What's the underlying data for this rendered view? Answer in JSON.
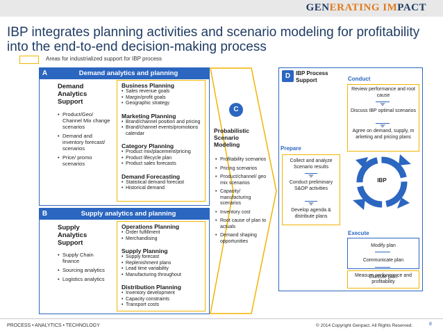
{
  "brand": {
    "part1": "GEN",
    "part2": "ERATING IM",
    "part3": "PACT"
  },
  "title": "IBP integrates planning activities and scenario modeling for profitability into the end-to-end decision-making process",
  "legend": "Areas for industrialized support for IBP process",
  "sectionA": {
    "badge": "A",
    "bar": "Demand analytics and planning",
    "support_title": "Demand Analytics Support",
    "support_items": [
      "Product/Geo/ Channel Mix change scenarios",
      "Demand and inventory forecast/ scenarios",
      "Price/ promo scenarios"
    ],
    "groups": [
      {
        "title": "Business Planning",
        "items": [
          "Sales revenue goals",
          "Margin/profit goals",
          "Geographic strategy"
        ]
      },
      {
        "title": "Marketing Planning",
        "items": [
          "Brand/channel position and pricing",
          "Brand/channel events/promotions calendar"
        ]
      },
      {
        "title": "Category Planning",
        "items": [
          "Product mix/placement/pricing",
          "Product lifecycle plan",
          "Product sales forecasts"
        ]
      },
      {
        "title": "Demand Forecasting",
        "items": [
          "Statistical demand forecast",
          "Historical demand"
        ]
      }
    ]
  },
  "sectionB": {
    "badge": "B",
    "bar": "Supply analytics and planning",
    "support_title": "Supply Analytics Support",
    "support_items": [
      "Supply Chain finance",
      "Sourcing analytics",
      "Logistics analytics"
    ],
    "groups": [
      {
        "title": "Operations Planning",
        "items": [
          "Order fulfillment",
          "Merchandising"
        ]
      },
      {
        "title": "Supply Planning",
        "items": [
          "Supply forecast",
          "Replenishment plans",
          "Lead time variability",
          "Manufacturing throughout"
        ]
      },
      {
        "title": "Distribution Planning",
        "items": [
          "Inventory development",
          "Capacity constraints",
          "Transport costs"
        ]
      }
    ]
  },
  "sectionC": {
    "badge": "C",
    "title": "Probabilistic Scenario Modeling",
    "items": [
      "Profitability scenarios",
      "Pricing scenarios",
      "Product/channel/ geo mix scenarios",
      "Capacity/ manufacturing scenarios",
      "Inventory cost",
      "Root cause of plan to actuals",
      "Demand shaping opportunities"
    ]
  },
  "sectionD": {
    "badge": "D",
    "title": "IBP Process Support",
    "conduct_label": "Conduct",
    "conduct_items": [
      "Review performance and root cause",
      "Discuss IBP optimal scenarios",
      "Agree on demand, supply, m arketing and pricing plans"
    ],
    "prepare_label": "Prepare",
    "prepare_items": [
      "Collect and analyze Scenario results",
      "Conduct preliminary S&OP activities",
      "Develop agenda & distribute plans"
    ],
    "center_label": "IBP",
    "execute_label": "Execute",
    "execute_items": [
      "Modify plan",
      "Communicate plan",
      "Execute plan"
    ],
    "measure": "Measure performance and profitability"
  },
  "footer": {
    "left": "PROCESS • ANALYTICS • TECHNOLOGY",
    "right": "© 2014 Copyright Genpact. All Rights Reserved.",
    "page": "8"
  },
  "colors": {
    "primary_blue": "#2b66c0",
    "accent_yellow": "#f0b400",
    "brand_navy": "#1f3b63",
    "brand_orange": "#e07a1f"
  }
}
